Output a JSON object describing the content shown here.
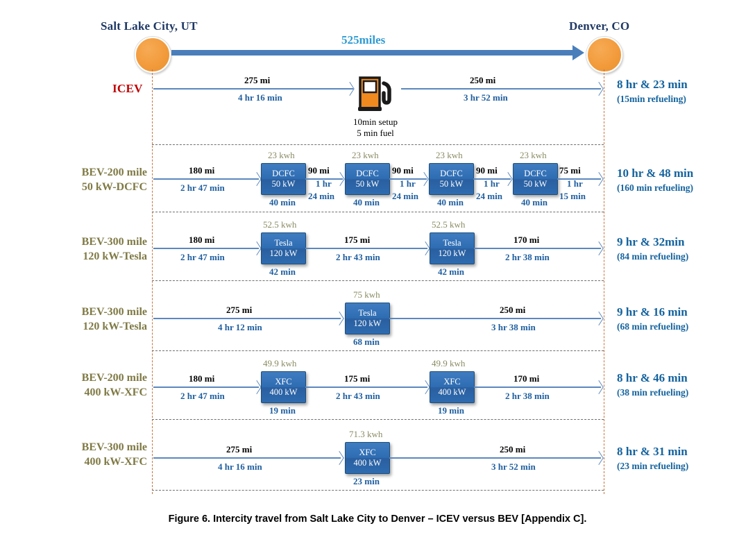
{
  "figure": {
    "caption": "Figure 6. Intercity travel from Salt Lake City to Denver – ICEV versus BEV [Appendix C].",
    "origin_city": "Salt Lake City, UT",
    "destination_city": "Denver, CO",
    "total_distance": "525miles",
    "colors": {
      "city_label": "#1f3864",
      "distance_label": "#2f9bd4",
      "icev_label": "#c00000",
      "row_label": "#7f7a45",
      "total_label": "#14639e",
      "charger_box": "#2f6db3",
      "city_dot": "#f29b3c",
      "route_arrow": "#4a7ebb",
      "segment_arrow": "#5b87be",
      "energy_label": "#8a8a63"
    }
  },
  "rows": [
    {
      "id": "icev",
      "label_line1": "ICEV",
      "label_line2": "",
      "total": "8 hr & 23 min",
      "refueling": "(15min refueling)",
      "stops": [
        {
          "kind": "fuel-pump",
          "note_line1": "10min setup",
          "note_line2": "5 min fuel"
        }
      ],
      "legs": [
        {
          "distance": "275 mi",
          "duration": "4 hr 16 min"
        },
        {
          "distance": "250 mi",
          "duration": "3 hr 52 min"
        }
      ]
    },
    {
      "id": "bev-200-dcfc",
      "label_line1": "BEV-200 mile",
      "label_line2": "50 kW-DCFC",
      "total": "10 hr & 48 min",
      "refueling": "(160 min refueling)",
      "stops": [
        {
          "kind": "charger",
          "name": "DCFC",
          "power": "50 kW",
          "energy": "23 kwh",
          "charge_time": "40 min"
        },
        {
          "kind": "charger",
          "name": "DCFC",
          "power": "50 kW",
          "energy": "23 kwh",
          "charge_time": "40 min"
        },
        {
          "kind": "charger",
          "name": "DCFC",
          "power": "50 kW",
          "energy": "23 kwh",
          "charge_time": "40 min"
        },
        {
          "kind": "charger",
          "name": "DCFC",
          "power": "50 kW",
          "energy": "23 kwh",
          "charge_time": "40 min"
        }
      ],
      "legs": [
        {
          "distance": "180 mi",
          "duration": "2 hr 47 min"
        },
        {
          "distance": "90 mi",
          "duration": "1 hr",
          "duration2": "24 min"
        },
        {
          "distance": "90 mi",
          "duration": "1 hr",
          "duration2": "24 min"
        },
        {
          "distance": "90 mi",
          "duration": "1 hr",
          "duration2": "24 min"
        },
        {
          "distance": "75 mi",
          "duration": "1 hr",
          "duration2": "15 min"
        }
      ]
    },
    {
      "id": "bev-300-tesla-a",
      "label_line1": "BEV-300 mile",
      "label_line2": "120 kW-Tesla",
      "total": "9 hr & 32min",
      "refueling": "(84 min refueling)",
      "stops": [
        {
          "kind": "charger",
          "name": "Tesla",
          "power": "120 kW",
          "energy": "52.5 kwh",
          "charge_time": "42 min"
        },
        {
          "kind": "charger",
          "name": "Tesla",
          "power": "120 kW",
          "energy": "52.5 kwh",
          "charge_time": "42 min"
        }
      ],
      "legs": [
        {
          "distance": "180 mi",
          "duration": "2 hr 47 min"
        },
        {
          "distance": "175 mi",
          "duration": "2 hr 43 min"
        },
        {
          "distance": "170 mi",
          "duration": "2 hr 38 min"
        }
      ]
    },
    {
      "id": "bev-300-tesla-b",
      "label_line1": "BEV-300 mile",
      "label_line2": "120 kW-Tesla",
      "total": "9 hr & 16 min",
      "refueling": "(68 min refueling)",
      "stops": [
        {
          "kind": "charger",
          "name": "Tesla",
          "power": "120 kW",
          "energy": "75 kwh",
          "charge_time": "68 min"
        }
      ],
      "legs": [
        {
          "distance": "275 mi",
          "duration": "4 hr 12 min"
        },
        {
          "distance": "250 mi",
          "duration": "3 hr 38 min"
        }
      ]
    },
    {
      "id": "bev-200-xfc",
      "label_line1": "BEV-200 mile",
      "label_line2": "400 kW-XFC",
      "total": "8 hr & 46 min",
      "refueling": "(38 min refueling)",
      "stops": [
        {
          "kind": "charger",
          "name": "XFC",
          "power": "400 kW",
          "energy": "49.9 kwh",
          "charge_time": "19 min"
        },
        {
          "kind": "charger",
          "name": "XFC",
          "power": "400 kW",
          "energy": "49.9 kwh",
          "charge_time": "19 min"
        }
      ],
      "legs": [
        {
          "distance": "180 mi",
          "duration": "2 hr 47 min"
        },
        {
          "distance": "175 mi",
          "duration": "2 hr 43 min"
        },
        {
          "distance": "170 mi",
          "duration": "2 hr 38 min"
        }
      ]
    },
    {
      "id": "bev-300-xfc",
      "label_line1": "BEV-300 mile",
      "label_line2": "400 kW-XFC",
      "total": "8 hr & 31 min",
      "refueling": "(23 min refueling)",
      "stops": [
        {
          "kind": "charger",
          "name": "XFC",
          "power": "400 kW",
          "energy": "71.3 kwh",
          "charge_time": "23 min"
        }
      ],
      "legs": [
        {
          "distance": "275 mi",
          "duration": "4 hr 16 min"
        },
        {
          "distance": "250 mi",
          "duration": "3 hr 52 min"
        }
      ]
    }
  ]
}
